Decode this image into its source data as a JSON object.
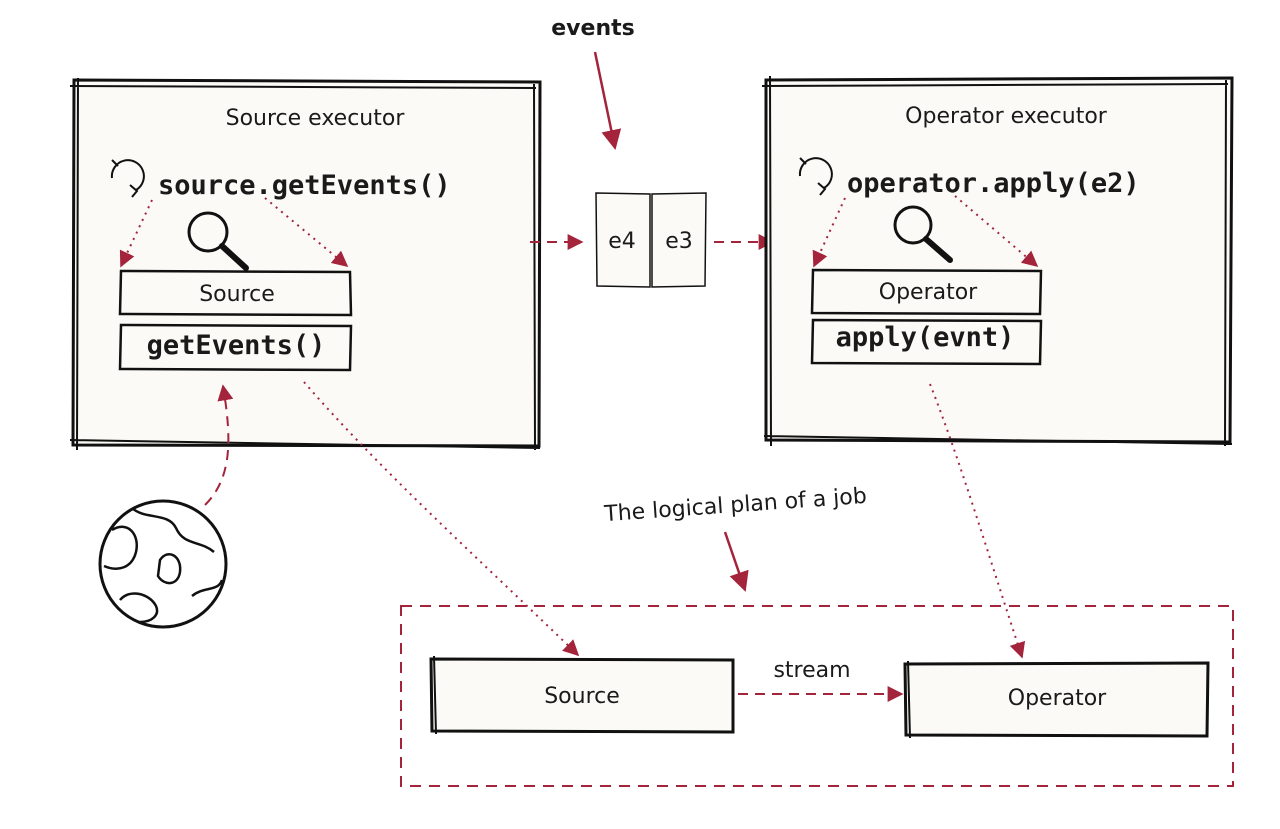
{
  "events_label": "events",
  "source_executor": {
    "title": "Source executor",
    "call_label": "source.getEvents()",
    "box_label": "Source",
    "method_label": "getEvents()"
  },
  "operator_executor": {
    "title": "Operator executor",
    "call_label": "operator.apply(e2)",
    "box_label": "Operator",
    "method_label": "apply(evnt)"
  },
  "queue": {
    "items": [
      "e4",
      "e3"
    ]
  },
  "logical_plan": {
    "title": "The logical plan of a job",
    "source_label": "Source",
    "stream_label": "stream",
    "operator_label": "Operator"
  },
  "colors": {
    "accent": "#a3243b",
    "ink": "#111111",
    "box_fill": "#fbfaf6"
  }
}
